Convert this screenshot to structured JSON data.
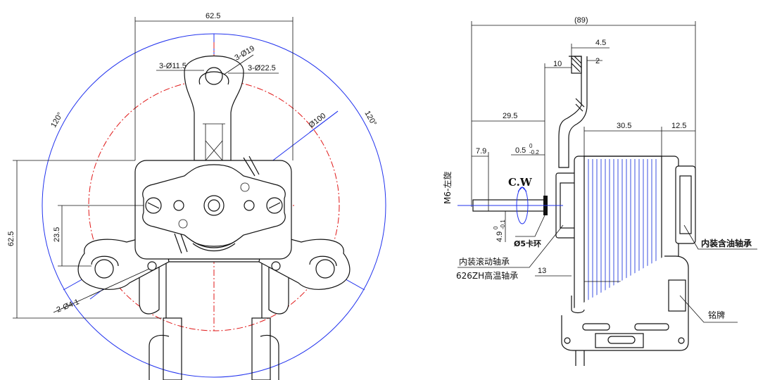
{
  "front_view": {
    "width_dim": "62.5",
    "height_dim": "62.5",
    "offset_dim": "23.5",
    "hole_dim_1": "3-Ø11.5",
    "hole_dim_2": "3-Ø19",
    "hole_dim_3": "3-Ø22.5",
    "circle_dim": "Ø100",
    "angle_left": "120°",
    "angle_right": "120°",
    "mount_hole_dim": "2-Ø4.1"
  },
  "side_view": {
    "overall_length": "(89)",
    "flange_thick": "4.5",
    "plate_thick": "2",
    "flange_offset": "10",
    "shaft_to_flange": "29.5",
    "shaft_tip": "7.9",
    "gap_main": "0.5",
    "gap_sup": "0",
    "gap_sub": "-0.2",
    "stator_len": "30.5",
    "rear_len": "12.5",
    "shaft_thread": "M6-左旋",
    "rotation": "C.W",
    "shaft_dia_main": "4.9",
    "shaft_dia_sup": "0",
    "shaft_dia_sub": "-0.1",
    "circlip": "Ø5卡环",
    "front_bearing_1": "内装滚动轴承",
    "front_bearing_2": "626ZH高温轴承",
    "small_dim": "13",
    "rear_bearing": "内装含油轴承",
    "nameplate": "铭牌"
  }
}
